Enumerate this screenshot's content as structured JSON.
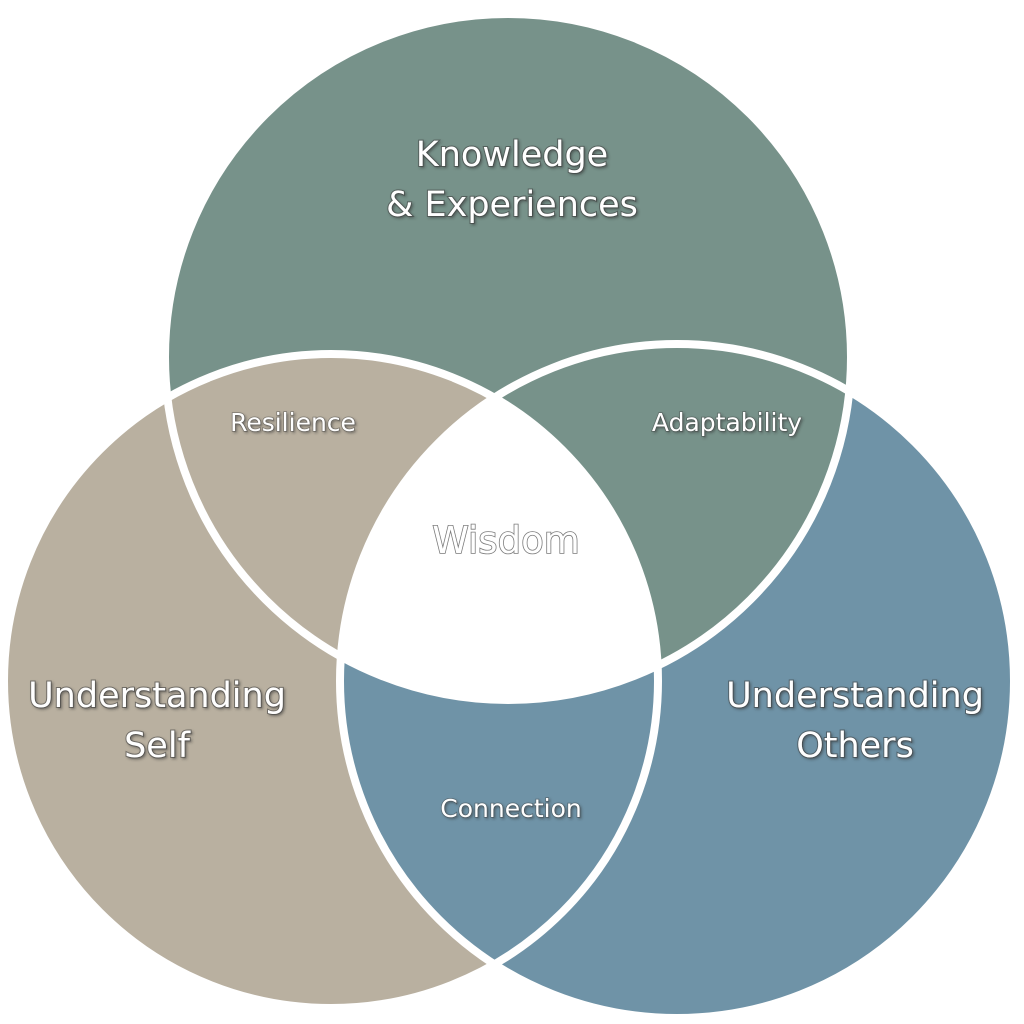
{
  "diagram": {
    "circles": {
      "top": {
        "label_line1": "Knowledge",
        "label_line2": "& Experiences",
        "color": "#77928a"
      },
      "left": {
        "label_line1": "Understanding",
        "label_line2": "Self",
        "color": "#b9b0a0"
      },
      "right": {
        "label_line1": "Understanding",
        "label_line2": "Others",
        "color": "#6f93a7"
      }
    },
    "overlaps": {
      "top_left": {
        "label": "Resilience",
        "color": "#b9b0a0"
      },
      "top_right": {
        "label": "Adaptability",
        "color": "#77928a"
      },
      "left_right": {
        "label": "Connection",
        "color": "#6f93a7"
      }
    },
    "center": {
      "label": "Wisdom",
      "color": "#ffffff"
    },
    "outline_color": "#ffffff"
  }
}
